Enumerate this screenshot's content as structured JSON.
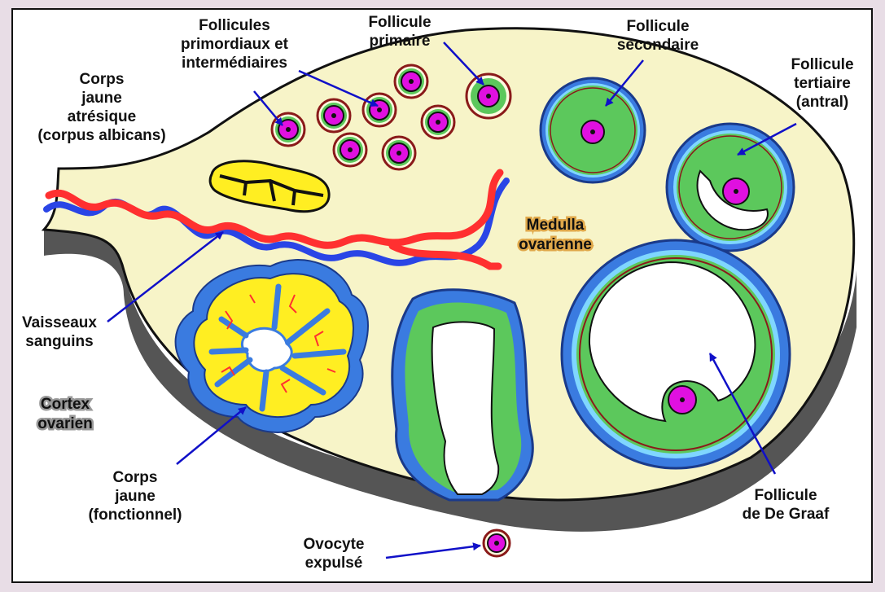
{
  "colors": {
    "tissue": "#f7f4c8",
    "side": "#555555",
    "granulosa": "#5cc85c",
    "oocyte": "#e010e0",
    "theca": "#8a1a1a",
    "vesselRed": "#ff3030",
    "vesselBlue": "#2a45e6",
    "luteum": "#ffee22",
    "luteumBorder": "#3a7be0",
    "arrow": "#1010c8",
    "medulla": "#e0a84a"
  },
  "labels": {
    "primordial": [
      "Follicules",
      "primordiaux et",
      "intermédiaires"
    ],
    "primary": [
      "Follicule",
      "primaire"
    ],
    "secondary": [
      "Follicule",
      "secondaire"
    ],
    "tertiary": [
      "Follicule",
      "tertiaire",
      "(antral)"
    ],
    "albicans": [
      "Corps",
      "jaune",
      "atrésique",
      "(corpus albicans)"
    ],
    "medulla": [
      "Medulla",
      "ovarienne"
    ],
    "vessels": [
      "Vaisseaux",
      "sanguins"
    ],
    "cortex": [
      "Cortex",
      "ovarien"
    ],
    "luteum": [
      "Corps",
      "jaune",
      "(fonctionnel)"
    ],
    "oocyte": [
      "Ovocyte",
      "expulsé"
    ],
    "graaf": [
      "Follicule",
      "de De Graaf"
    ]
  }
}
